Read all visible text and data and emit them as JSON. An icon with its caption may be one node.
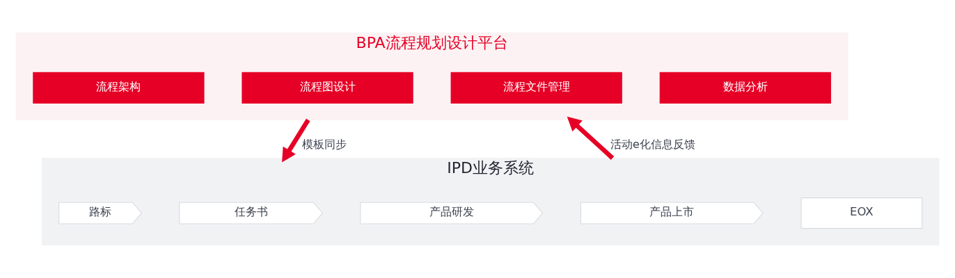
{
  "diagram": {
    "nodes": [
      {
        "text": [
          "BPA流程规划设计平台"
        ]
      },
      {
        "text": [
          "流程架构"
        ],
        "in": 0
      },
      {
        "text": [
          "流程图设计"
        ],
        "in": 0
      },
      {
        "text": [
          "流程文件管理"
        ],
        "in": 0
      },
      {
        "text": [
          "数据分析"
        ],
        "in": 0
      },
      {
        "text": [
          "IPD业务系统"
        ]
      },
      {
        "text": [
          "路标"
        ],
        "in": 5
      },
      {
        "text": [
          "任务书"
        ],
        "in": 5
      },
      {
        "text": [
          "产品研发"
        ],
        "in": 5
      },
      {
        "text": [
          "产品上市"
        ],
        "in": 5
      },
      {
        "text": [
          "EOX"
        ],
        "in": 5
      }
    ],
    "edges": [
      {
        "from": 0,
        "to": 5,
        "arrow": "to",
        "label": "模板同步"
      },
      {
        "from": 5,
        "to": 0,
        "arrow": "to",
        "label": "活动e化信息反馈"
      }
    ]
  }
}
